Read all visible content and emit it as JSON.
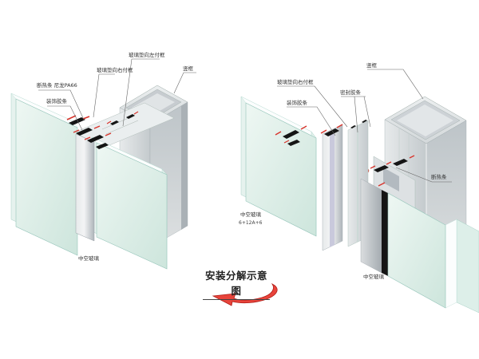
{
  "title": {
    "text": "安装分解示意图"
  },
  "left_diagram": {
    "labels": {
      "thermal_break": "断热条 尼龙PA66",
      "decor_gasket": "装饰胶条",
      "right_subframe": "玻璃垫向右付框",
      "left_subframe": "玻璃垫向左付框",
      "mullion": "竖框",
      "glass": "中空玻璃"
    }
  },
  "right_diagram": {
    "labels": {
      "mullion": "竖框",
      "right_subframe": "玻璃垫向右付框",
      "seal_gasket": "密封胶条",
      "decor_gasket": "装饰胶条",
      "thermal_break": "断热条",
      "glass_spec_line1": "中空玻璃",
      "glass_spec_line2": "6+12A+6",
      "glass": "中空玻璃"
    }
  },
  "colors": {
    "background": "#ffffff",
    "glass_face": "#d7ebe4",
    "glass_edge": "#96c5ba",
    "aluminum_light": "#e8eaec",
    "aluminum_dark": "#aab0b5",
    "gasket_black": "#151515",
    "accent_red": "#d8342c",
    "arrow_red": "#e8443b",
    "leader_line": "#666666",
    "text": "#333333"
  }
}
